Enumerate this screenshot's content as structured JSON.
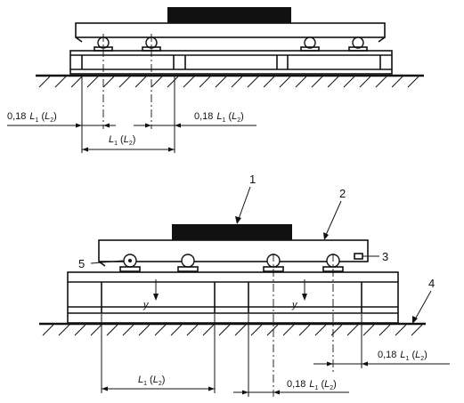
{
  "labels": {
    "dim_ratio_top_left": "0,18",
    "dim_ratio_top_right": "0,18",
    "dim_span_top": "",
    "dim_span_bottom": "",
    "dim_ratio_bottom_right_upper": "0,18",
    "dim_ratio_bottom_right_lower": "0,18",
    "L": "L",
    "L2": "L",
    "sub1": "1",
    "sub2": "2",
    "paren_open": "(",
    "paren_close": ")"
  },
  "callouts": {
    "c1": "1",
    "c2": "2",
    "c3": "3",
    "c4": "4",
    "c5": "5"
  },
  "axis": {
    "y_left": "y",
    "y_right": "y"
  }
}
